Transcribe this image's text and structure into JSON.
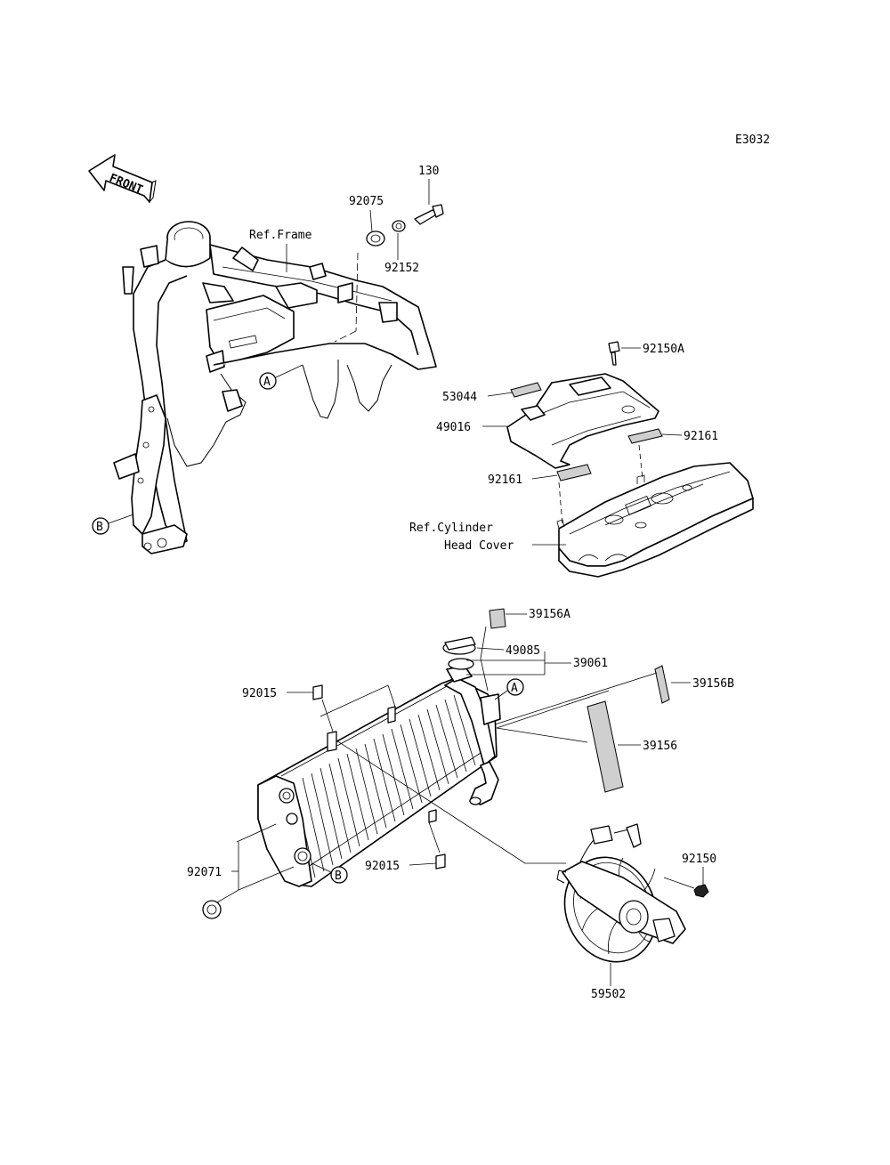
{
  "diagram_code": "E3032",
  "front_label": "FRONT",
  "ref_labels": {
    "frame": "Ref.Frame",
    "cylinder_line1": "Ref.Cylinder",
    "cylinder_line2": "Head Cover"
  },
  "markers": {
    "a": "A",
    "b": "B"
  },
  "parts": {
    "p130": "130",
    "p92075": "92075",
    "p92152": "92152",
    "p92150A": "92150A",
    "p53044": "53044",
    "p49016": "49016",
    "p92161_right": "92161",
    "p92161_left": "92161",
    "p39156A": "39156A",
    "p49085": "49085",
    "p39061": "39061",
    "p39156B": "39156B",
    "p39156": "39156",
    "p92015_top": "92015",
    "p92015_bottom": "92015",
    "p92071": "92071",
    "p92150": "92150",
    "p59502": "59502"
  }
}
